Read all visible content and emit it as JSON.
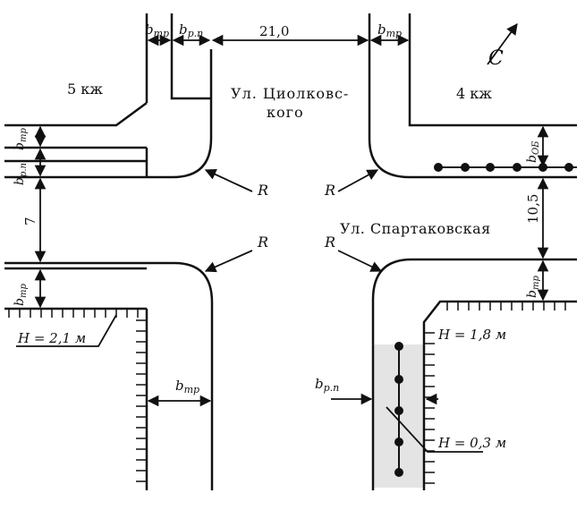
{
  "blocks": {
    "left_block": "5 кж",
    "right_block": "4 кж"
  },
  "streets": {
    "vertical_line1": "Ул. Циолковс-",
    "vertical_line2": "кого",
    "horizontal": "Ул. Спартаковская"
  },
  "dimensions": {
    "vertical_street_width": "21,0",
    "horizontal_street_width": "10,5",
    "left_gap": "7"
  },
  "labels": {
    "b_tr": "b",
    "b_tr_sub": "тр",
    "b_pn": "b",
    "b_pn_sub": "р.п",
    "b_ob": "b",
    "b_ob_sub": "ОБ",
    "radius": "R",
    "north": "С"
  },
  "heights": {
    "left_h": "H = 2,1  м",
    "right_h": "H = 1,8  м",
    "sidewalk_h": "H = 0,3  м"
  },
  "colors": {
    "ink": "#111111",
    "sidewalk_fill": "#e4e4e4"
  }
}
